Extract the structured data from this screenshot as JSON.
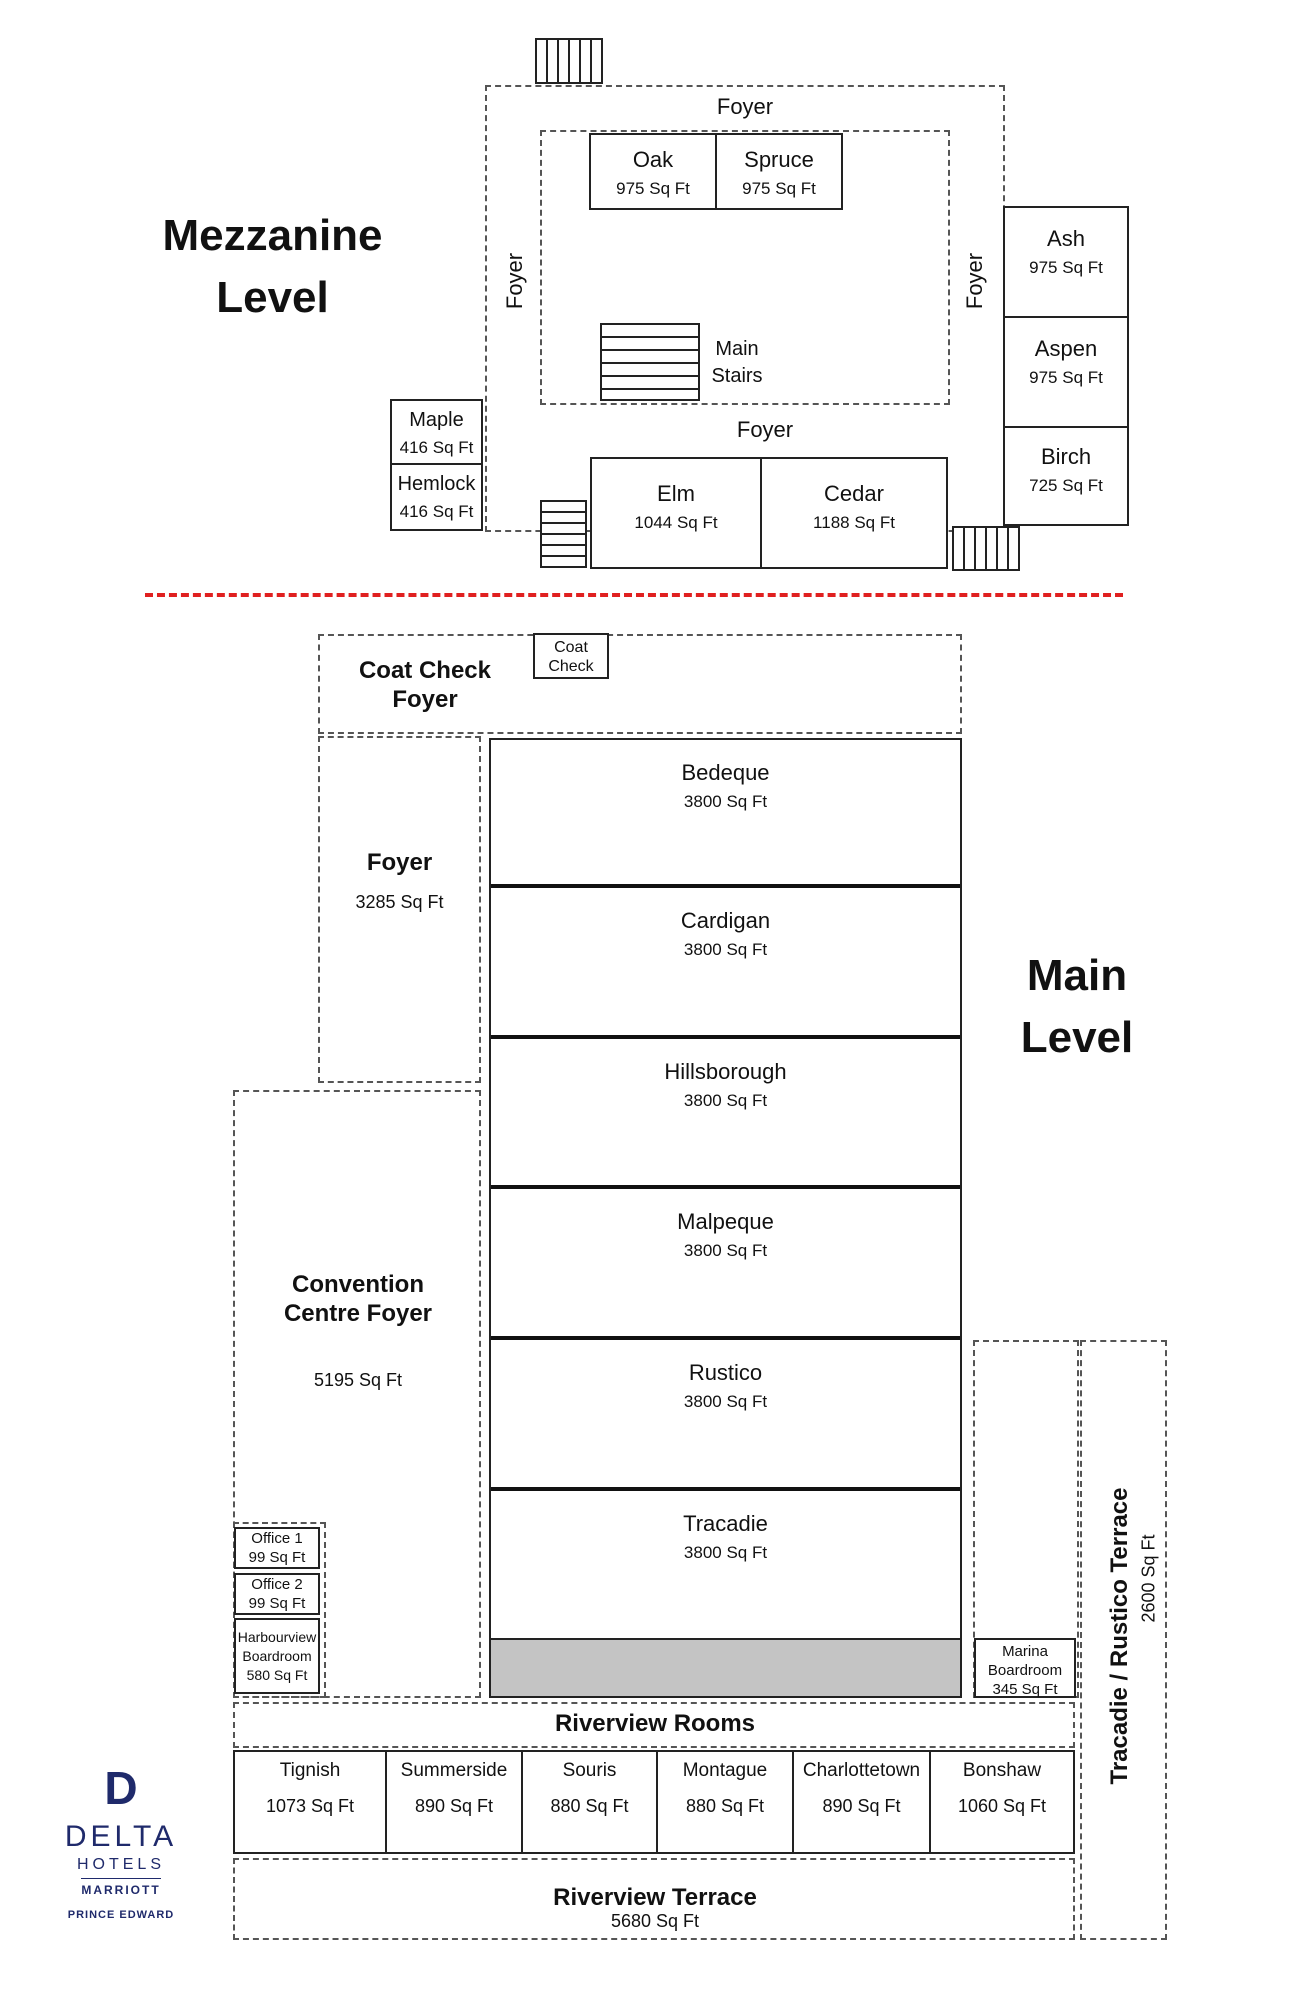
{
  "mezzanine": {
    "title": "Mezzanine Level",
    "foyer_top": "Foyer",
    "foyer_left": "Foyer",
    "foyer_right": "Foyer",
    "foyer_bottom": "Foyer",
    "main_stairs": "Main Stairs",
    "rooms": {
      "oak": {
        "name": "Oak",
        "size": "975 Sq Ft"
      },
      "spruce": {
        "name": "Spruce",
        "size": "975 Sq Ft"
      },
      "ash": {
        "name": "Ash",
        "size": "975 Sq Ft"
      },
      "aspen": {
        "name": "Aspen",
        "size": "975 Sq Ft"
      },
      "birch": {
        "name": "Birch",
        "size": "725 Sq Ft"
      },
      "maple": {
        "name": "Maple",
        "size": "416 Sq Ft"
      },
      "hemlock": {
        "name": "Hemlock",
        "size": "416 Sq Ft"
      },
      "elm": {
        "name": "Elm",
        "size": "1044 Sq Ft"
      },
      "cedar": {
        "name": "Cedar",
        "size": "1188 Sq Ft"
      }
    }
  },
  "main": {
    "title": "Main Level",
    "coat_check_foyer": "Coat Check Foyer",
    "coat_check": "Coat Check",
    "foyer": {
      "name": "Foyer",
      "size": "3285 Sq Ft"
    },
    "convention_foyer": {
      "name": "Convention Centre Foyer",
      "size": "5195 Sq Ft"
    },
    "ballrooms": [
      {
        "name": "Bedeque",
        "size": "3800 Sq Ft"
      },
      {
        "name": "Cardigan",
        "size": "3800 Sq Ft"
      },
      {
        "name": "Hillsborough",
        "size": "3800 Sq Ft"
      },
      {
        "name": "Malpeque",
        "size": "3800 Sq Ft"
      },
      {
        "name": "Rustico",
        "size": "3800 Sq Ft"
      },
      {
        "name": "Tracadie",
        "size": "3800 Sq Ft"
      }
    ],
    "office1": {
      "name": "Office 1",
      "size": "99 Sq Ft"
    },
    "office2": {
      "name": "Office 2",
      "size": "99 Sq Ft"
    },
    "harbourview": {
      "name": "Harbourview Boardroom",
      "size": "580 Sq Ft"
    },
    "marina": {
      "name": "Marina Boardroom",
      "size": "345 Sq Ft"
    },
    "riverview_rooms_label": "Riverview Rooms",
    "riverview_rooms": [
      {
        "name": "Tignish",
        "size": "1073 Sq Ft"
      },
      {
        "name": "Summerside",
        "size": "890 Sq Ft"
      },
      {
        "name": "Souris",
        "size": "880 Sq Ft"
      },
      {
        "name": "Montague",
        "size": "880 Sq Ft"
      },
      {
        "name": "Charlottetown",
        "size": "890 Sq Ft"
      },
      {
        "name": "Bonshaw",
        "size": "1060 Sq Ft"
      }
    ],
    "riverview_terrace": {
      "name": "Riverview Terrace",
      "size": "5680 Sq Ft"
    },
    "tracadie_terrace": {
      "name": "Tracadie / Rustico Terrace",
      "size": "2600 Sq Ft"
    }
  },
  "logo": {
    "mark": "D",
    "line1": "DELTA",
    "line2": "HOTELS",
    "line3": "MARRIOTT",
    "line4": "PRINCE EDWARD"
  },
  "colors": {
    "divider": "#e02020",
    "logo": "#1f2a6b",
    "shaded": "#c4c4c4"
  }
}
